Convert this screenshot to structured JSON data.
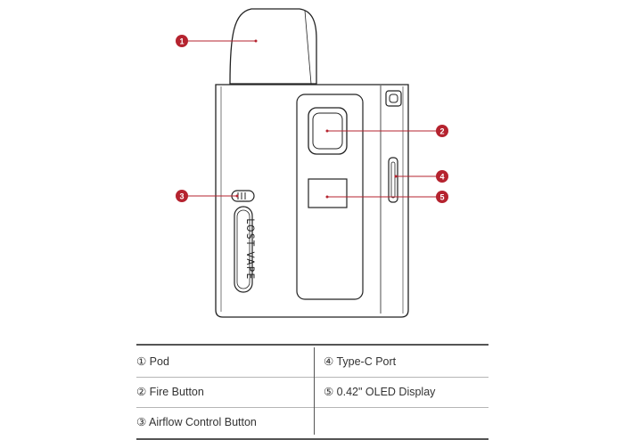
{
  "diagram": {
    "brand_text": "LOST VAPE",
    "callouts": [
      {
        "number": "1",
        "part": "pod"
      },
      {
        "number": "2",
        "part": "fire-button"
      },
      {
        "number": "3",
        "part": "airflow-control-button"
      },
      {
        "number": "4",
        "part": "type-c-port"
      },
      {
        "number": "5",
        "part": "oled-display"
      }
    ],
    "callout_color": "#b5232f",
    "line_color": "#222222"
  },
  "legend": {
    "rows": [
      {
        "left": "① Pod",
        "right": "④ Type-C Port"
      },
      {
        "left": "② Fire Button",
        "right": "⑤ 0.42\" OLED Display"
      },
      {
        "left": "③ Airflow Control Button",
        "right": ""
      }
    ]
  }
}
